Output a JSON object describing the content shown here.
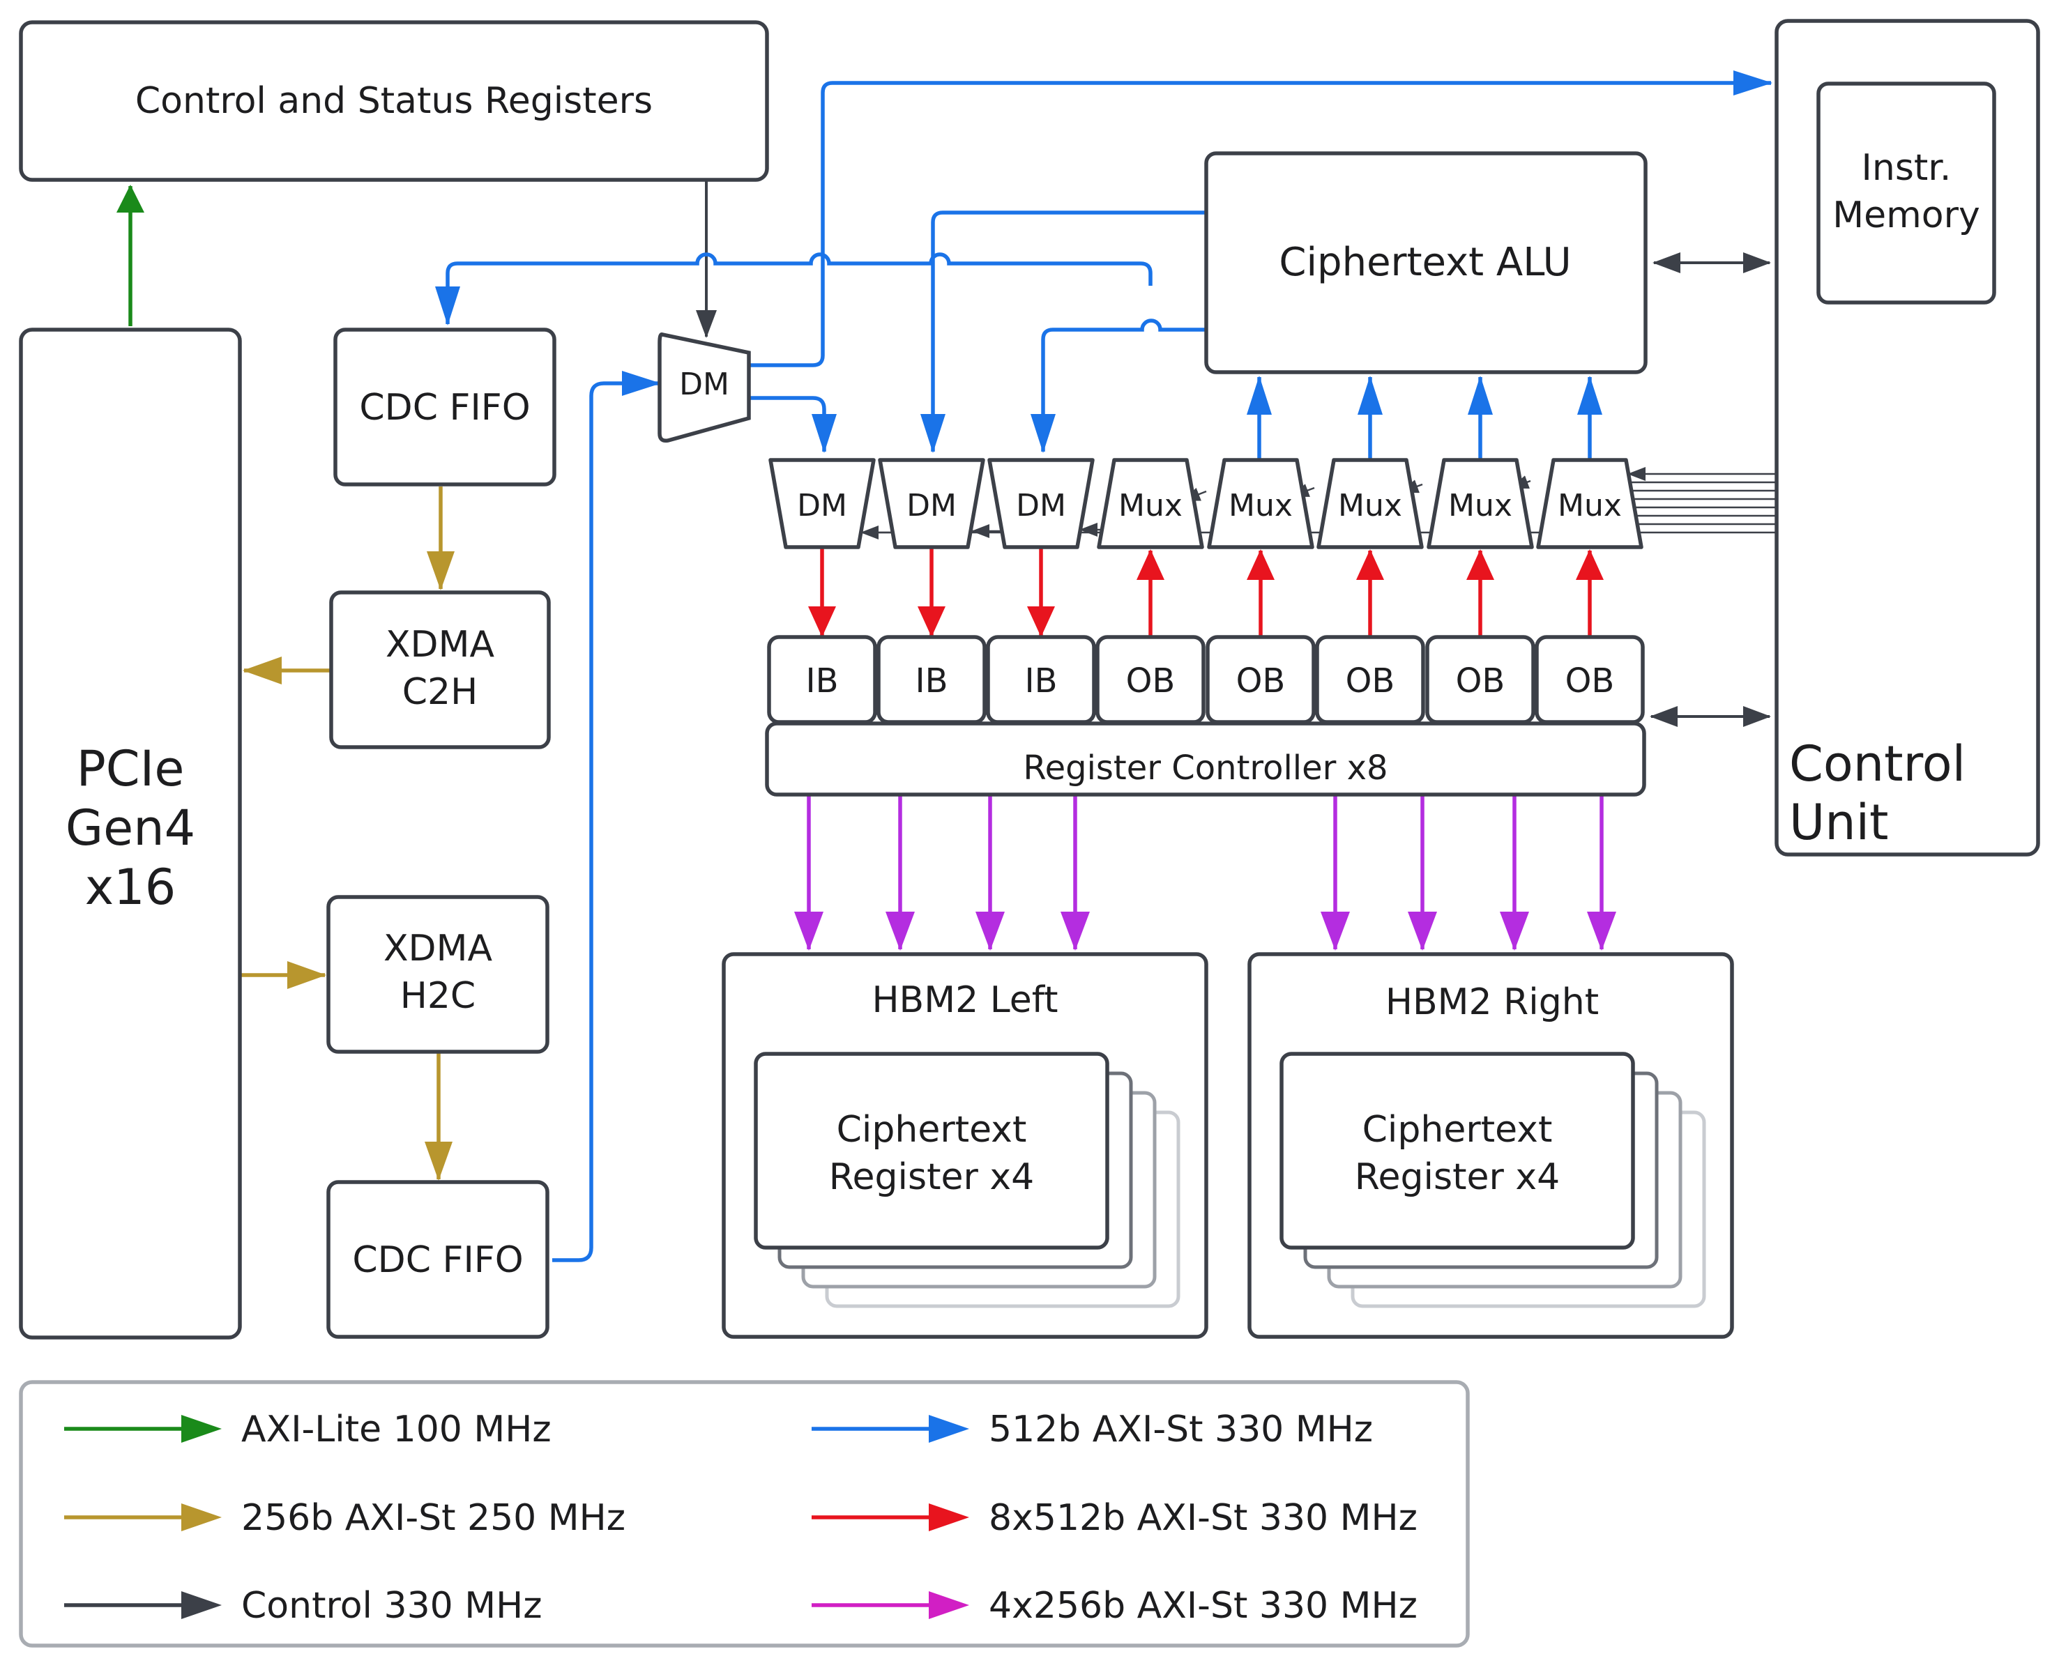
{
  "blocks": {
    "csr": "Control and Status Registers",
    "instr_mem_line1": "Instr.",
    "instr_mem_line2": "Memory",
    "alu": "Ciphertext ALU",
    "control_unit_line1": "Control",
    "control_unit_line2": "Unit",
    "pcie_line1": "PCIe",
    "pcie_line2": "Gen4",
    "pcie_line3": "x16",
    "cdc_fifo_top": "CDC FIFO",
    "cdc_fifo_bottom": "CDC FIFO",
    "xdma_c2h_line1": "XDMA",
    "xdma_c2h_line2": "C2H",
    "xdma_h2c_line1": "XDMA",
    "xdma_h2c_line2": "H2C",
    "dm_top": "DM",
    "register_controller": "Register Controller x8",
    "hbm_left": "HBM2 Left",
    "hbm_right": "HBM2 Right",
    "ct_reg_left_line1": "Ciphertext",
    "ct_reg_left_line2": "Register x4",
    "ct_reg_right_line1": "Ciphertext",
    "ct_reg_right_line2": "Register x4"
  },
  "row": {
    "demux": [
      "DM",
      "DM",
      "DM"
    ],
    "mux": [
      "Mux",
      "Mux",
      "Mux",
      "Mux",
      "Mux"
    ],
    "buffers": [
      "IB",
      "IB",
      "IB",
      "OB",
      "OB",
      "OB",
      "OB",
      "OB"
    ]
  },
  "legend": [
    {
      "label": "AXI-Lite 100 MHz",
      "color": "#1a8a1a"
    },
    {
      "label": "256b AXI-St 250 MHz",
      "color": "#b8962e"
    },
    {
      "label": "Control 330 MHz",
      "color": "#3c4048"
    },
    {
      "label": "512b AXI-St 330 MHz",
      "color": "#1a73e8"
    },
    {
      "label": "8x512b AXI-St 330 MHz",
      "color": "#e8141e"
    },
    {
      "label": "4x256b AXI-St 330 MHz",
      "color": "#d11fc4"
    }
  ]
}
